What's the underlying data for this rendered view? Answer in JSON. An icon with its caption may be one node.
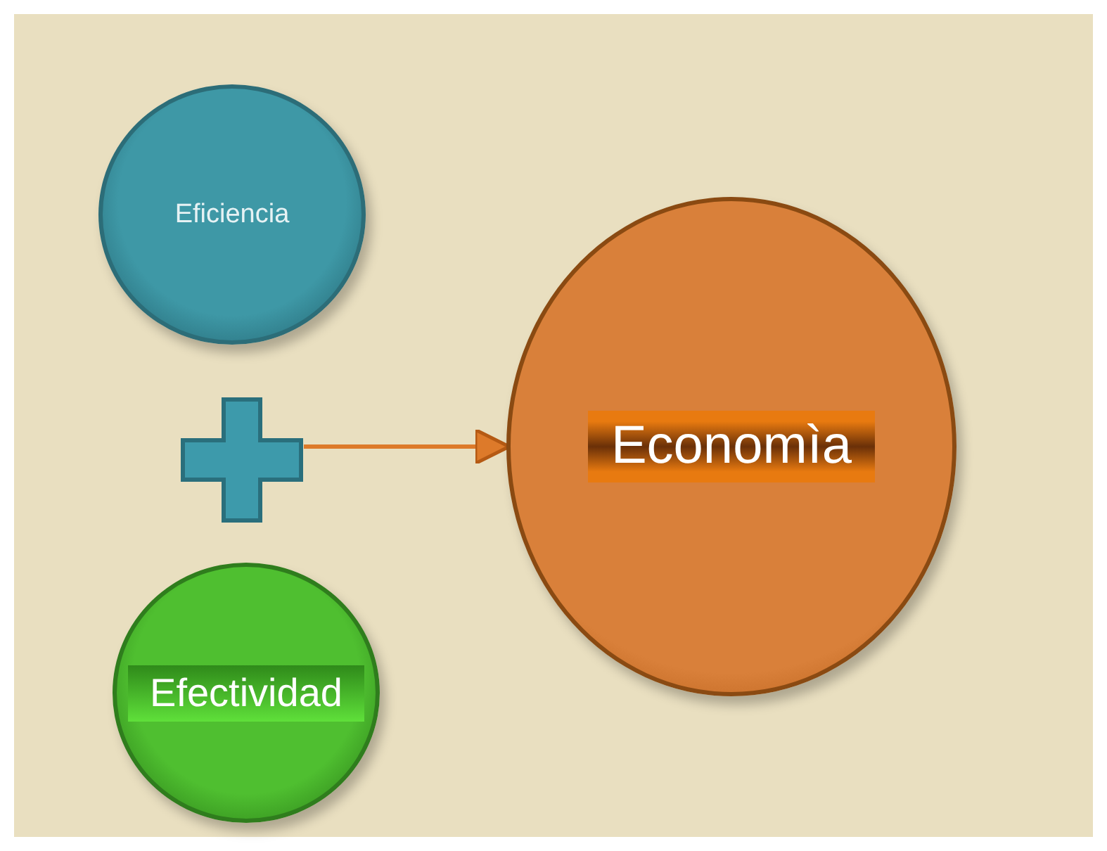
{
  "diagram": {
    "nodes": [
      {
        "text": [
          "Eficiencia"
        ]
      },
      {
        "text": [],
        "shape": "cross"
      },
      {
        "text": [
          "Efectividad"
        ]
      },
      {
        "text": [
          "Economìa"
        ]
      }
    ],
    "edges": [
      {
        "from": 1,
        "to": 3,
        "arrow": "to"
      }
    ]
  }
}
